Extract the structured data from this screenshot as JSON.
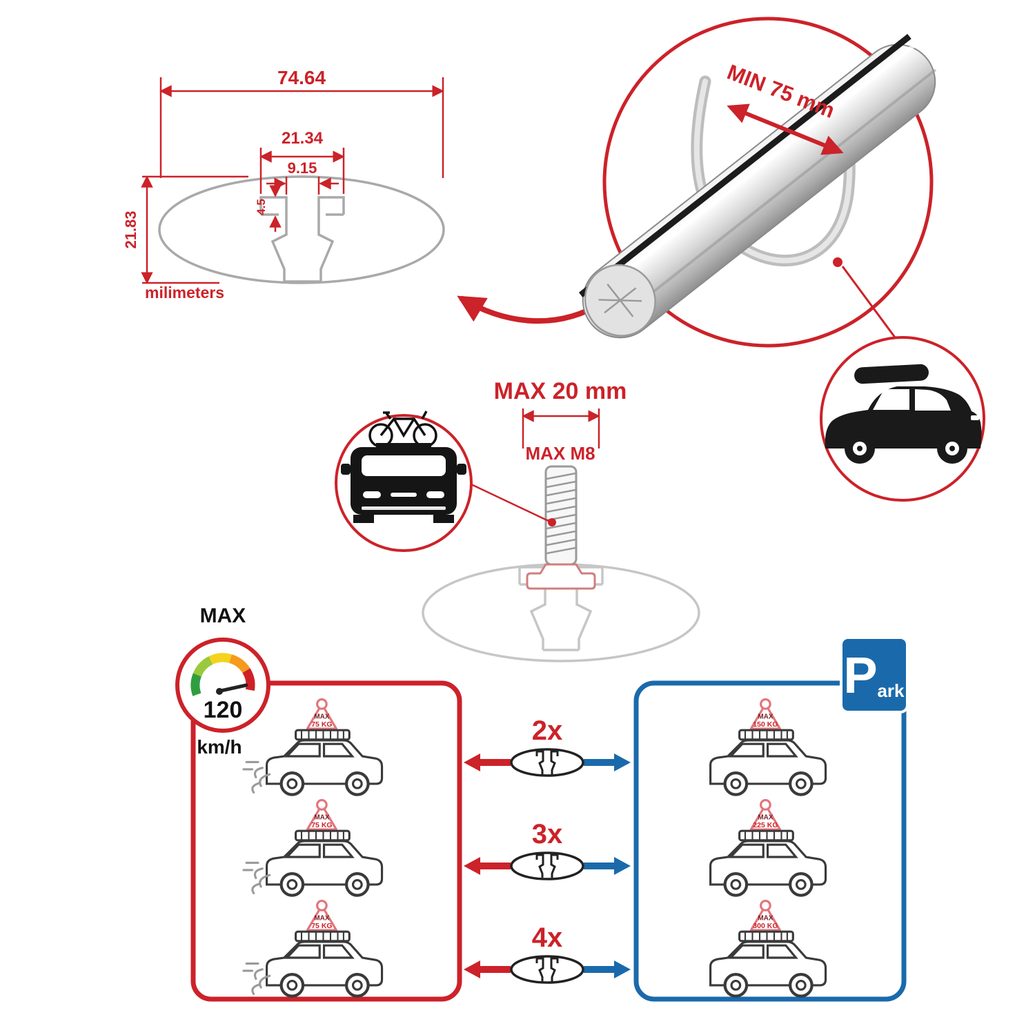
{
  "colors": {
    "accent_red": "#cc2229",
    "accent_blue": "#1a6aab"
  },
  "cross_section_drawing": {
    "overall_width": "74.64",
    "channel_width": "21.34",
    "slot_width": "9.15",
    "lip_depth": "4.5",
    "overall_height": "21.83",
    "units_label": "milimeters"
  },
  "crossbar_detail": {
    "min_span_label": "MIN 75 mm"
  },
  "t_bolt_detail": {
    "max_width_label": "MAX 20 mm",
    "max_thread_label": "MAX M8"
  },
  "speed_gauge": {
    "title": "MAX",
    "value": "120",
    "unit": "km/h"
  },
  "parking_sign": {
    "letter": "P",
    "suffix": "ark"
  },
  "driving_panel": {
    "cars": [
      {
        "badge_title": "MAX",
        "badge_load": "75 KG"
      },
      {
        "badge_title": "MAX",
        "badge_load": "75 KG"
      },
      {
        "badge_title": "MAX",
        "badge_load": "75 KG"
      }
    ]
  },
  "parking_panel": {
    "cars": [
      {
        "badge_title": "MAX",
        "badge_load": "150 KG"
      },
      {
        "badge_title": "MAX",
        "badge_load": "225 KG"
      },
      {
        "badge_title": "MAX",
        "badge_load": "300 KG"
      }
    ]
  },
  "bar_count_options": [
    {
      "label": "2x"
    },
    {
      "label": "3x"
    },
    {
      "label": "4x"
    }
  ]
}
